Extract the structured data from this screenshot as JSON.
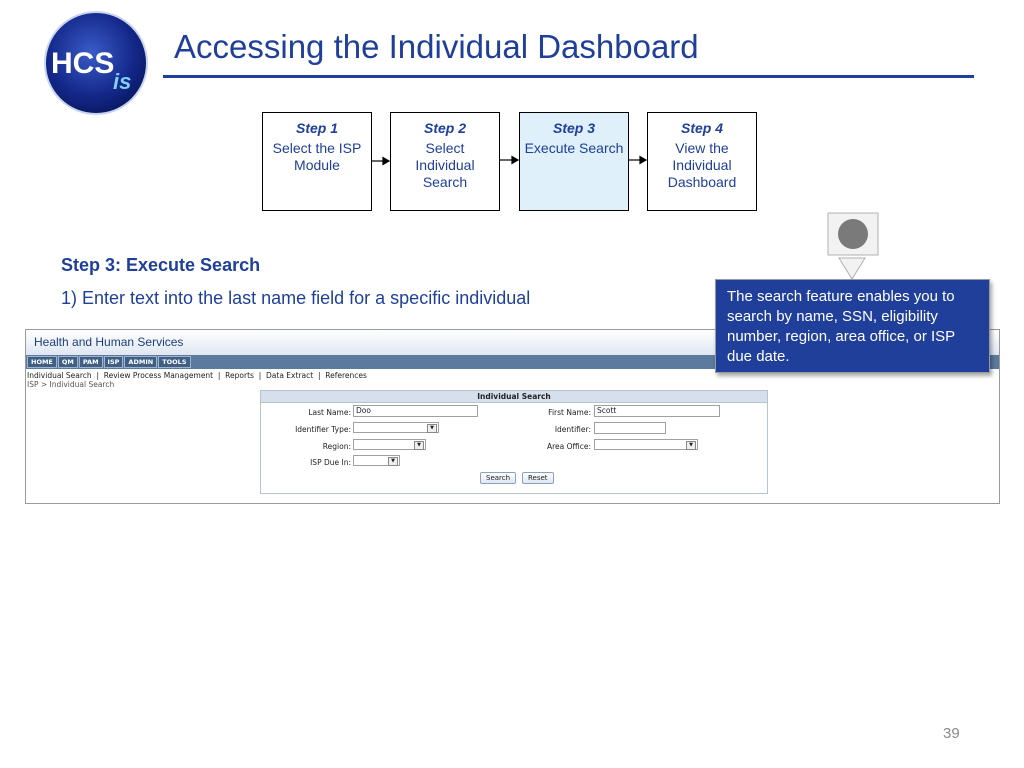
{
  "slide": {
    "title": "Accessing the Individual Dashboard",
    "logo_text": {
      "hcs": "HCS",
      "is": "is"
    },
    "page_number": "39"
  },
  "steps": [
    {
      "num": "Step 1",
      "desc": "Select the ISP Module",
      "selected": false
    },
    {
      "num": "Step 2",
      "desc": "Select Individual Search",
      "selected": false
    },
    {
      "num": "Step 3",
      "desc": "Execute Search",
      "selected": true
    },
    {
      "num": "Step 4",
      "desc": "View the Individual Dashboard",
      "selected": false
    }
  ],
  "section": {
    "heading": "Step 3: Execute Search",
    "instruction": "1) Enter text into the last name field for a specific individual"
  },
  "callout": {
    "text": "The search feature enables you to search by name, SSN, eligibility number, region, area office, or ISP due date."
  },
  "screenshot": {
    "header": "Health and Human Services",
    "tabs": [
      "HOME",
      "QM",
      "PAM",
      "ISP",
      "ADMIN",
      "TOOLS"
    ],
    "subnav": "Individual Search  |  Review Process Management  |  Reports  |  Data Extract  |  References",
    "breadcrumb": "ISP > Individual Search",
    "form": {
      "title": "Individual Search",
      "last_name_label": "Last Name:",
      "last_name_value": "Doo",
      "first_name_label": "First Name:",
      "first_name_value": "Scott",
      "identifier_type_label": "Identifier Type:",
      "identifier_label": "Identifier:",
      "region_label": "Region:",
      "area_office_label": "Area Office:",
      "isp_due_label": "ISP Due In:",
      "search_button": "Search",
      "reset_button": "Reset"
    }
  },
  "colors": {
    "accent": "#1f3f9a",
    "selected_step": "#dff0fb"
  }
}
